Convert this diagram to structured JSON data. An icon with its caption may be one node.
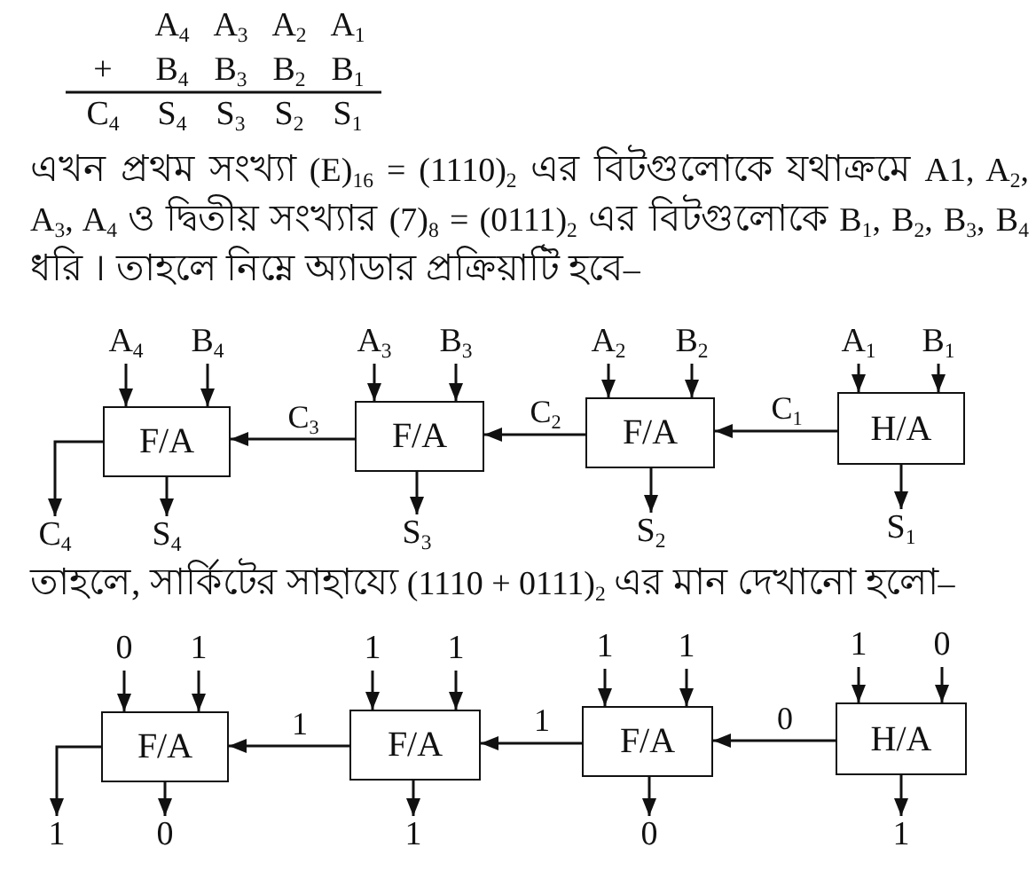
{
  "diagram": {
    "nodes": [
      {
        "text": [
          "A$_{4}$"
        ]
      },
      {
        "text": [
          "B$_{4}$"
        ]
      },
      {
        "text": [
          "A$_{3}$"
        ]
      },
      {
        "text": [
          "B$_{3}$"
        ]
      },
      {
        "text": [
          "A$_{2}$"
        ]
      },
      {
        "text": [
          "B$_{2}$"
        ]
      },
      {
        "text": [
          "A$_{1}$"
        ]
      },
      {
        "text": [
          "B$_{1}$"
        ]
      },
      {
        "text": [
          "F/A"
        ]
      },
      {
        "text": [
          "F/A"
        ]
      },
      {
        "text": [
          "F/A"
        ]
      },
      {
        "text": [
          "H/A"
        ]
      },
      {
        "text": [
          "C$_{4}$"
        ]
      },
      {
        "text": [
          "S$_{4}$"
        ]
      },
      {
        "text": [
          "S$_{3}$"
        ]
      },
      {
        "text": [
          "S$_{2}$"
        ]
      },
      {
        "text": [
          "S$_{1}$"
        ]
      },
      {
        "text": [
          "0"
        ]
      },
      {
        "text": [
          "1"
        ]
      },
      {
        "text": [
          "1"
        ]
      },
      {
        "text": [
          "1"
        ]
      },
      {
        "text": [
          "1"
        ]
      },
      {
        "text": [
          "1"
        ]
      },
      {
        "text": [
          "1"
        ]
      },
      {
        "text": [
          "0"
        ]
      },
      {
        "text": [
          "F/A"
        ]
      },
      {
        "text": [
          "F/A"
        ]
      },
      {
        "text": [
          "F/A"
        ]
      },
      {
        "text": [
          "H/A"
        ]
      },
      {
        "text": [
          "1"
        ]
      },
      {
        "text": [
          "0"
        ]
      },
      {
        "text": [
          "1"
        ]
      },
      {
        "text": [
          "0"
        ]
      },
      {
        "text": [
          "1"
        ]
      }
    ],
    "edges": [
      {
        "from": 0,
        "to": 8,
        "arrow": "to"
      },
      {
        "from": 1,
        "to": 8,
        "arrow": "to"
      },
      {
        "from": 2,
        "to": 9,
        "arrow": "to"
      },
      {
        "from": 3,
        "to": 9,
        "arrow": "to"
      },
      {
        "from": 4,
        "to": 10,
        "arrow": "to"
      },
      {
        "from": 5,
        "to": 10,
        "arrow": "to"
      },
      {
        "from": 6,
        "to": 11,
        "arrow": "to"
      },
      {
        "from": 7,
        "to": 11,
        "arrow": "to"
      },
      {
        "from": 11,
        "to": 10,
        "arrow": "to",
        "label": "C$_{1}$"
      },
      {
        "from": 10,
        "to": 9,
        "arrow": "to",
        "label": "C$_{2}$"
      },
      {
        "from": 9,
        "to": 8,
        "arrow": "to",
        "label": "C$_{3}$"
      },
      {
        "from": 8,
        "to": 12,
        "arrow": "to"
      },
      {
        "from": 8,
        "to": 13,
        "arrow": "to"
      },
      {
        "from": 9,
        "to": 14,
        "arrow": "to"
      },
      {
        "from": 10,
        "to": 15,
        "arrow": "to"
      },
      {
        "from": 11,
        "to": 16,
        "arrow": "to"
      },
      {
        "from": 17,
        "to": 25,
        "arrow": "to"
      },
      {
        "from": 18,
        "to": 25,
        "arrow": "to"
      },
      {
        "from": 19,
        "to": 26,
        "arrow": "to"
      },
      {
        "from": 20,
        "to": 26,
        "arrow": "to"
      },
      {
        "from": 21,
        "to": 27,
        "arrow": "to"
      },
      {
        "from": 22,
        "to": 27,
        "arrow": "to"
      },
      {
        "from": 23,
        "to": 28,
        "arrow": "to"
      },
      {
        "from": 24,
        "to": 28,
        "arrow": "to"
      },
      {
        "from": 28,
        "to": 27,
        "arrow": "to",
        "label": "0"
      },
      {
        "from": 27,
        "to": 26,
        "arrow": "to",
        "label": "1"
      },
      {
        "from": 26,
        "to": 25,
        "arrow": "to",
        "label": "1"
      },
      {
        "from": 25,
        "to": 29,
        "arrow": "to"
      },
      {
        "from": 25,
        "to": 30,
        "arrow": "to"
      },
      {
        "from": 26,
        "to": 31,
        "arrow": "to"
      },
      {
        "from": 27,
        "to": 32,
        "arrow": "to"
      },
      {
        "from": 28,
        "to": 33,
        "arrow": "to"
      }
    ],
    "labels": [
      "A$_{4}$",
      "A$_{3}$",
      "A$_{2}$",
      "A$_{1}$",
      "+",
      "B$_{4}$",
      "B$_{3}$",
      "B$_{2}$",
      "B$_{1}$",
      "C$_{4}$",
      "S$_{4}$",
      "S$_{3}$",
      "S$_{2}$",
      "S$_{1}$",
      "এখন প্রথম সংখ্যা (E)$_{16}$ = (1110)$_{2}$ এর বিটগুলোকে যথাক্রমে A1, A$_{2}$, A$_{3}$, A$_{4}$ ও দ্বিতীয় সংখ্যার (7)$_{8}$ = (0111)$_{2}$ এর বিটগুলোকে B$_{1}$, B$_{2}$, B$_{3}$, B$_{4}$ ধরি । তাহলে নিম্নে অ্যাডার প্রক্রিয়াটি হবে–",
      "তাহলে, সার্কিটের সাহায্যে (1110 + 0111)$_{2}$ এর মান দেখানো হলো–"
    ]
  }
}
